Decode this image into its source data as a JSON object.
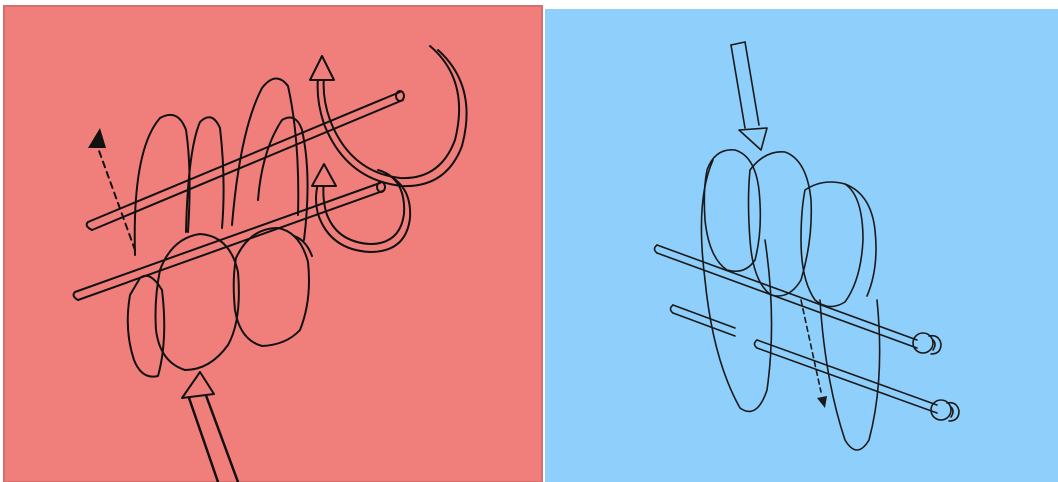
{
  "panels": [
    {
      "id": "left",
      "background": "#f07f7c",
      "border": "#d07070",
      "teeth_count": 6,
      "arrows": [
        "dashed-arrow-up-left",
        "curved-arrow-rotation-1",
        "curved-arrow-rotation-2",
        "force-arrow-from-below"
      ]
    },
    {
      "id": "right",
      "background": "#8ecffb",
      "teeth_count": 3,
      "arrows": [
        "force-arrow-from-above",
        "dashed-arrow-down"
      ],
      "icons": [
        "c-clip-icon",
        "c-clip-icon"
      ]
    }
  ],
  "colors": {
    "line": "#111111",
    "left_bg": "#f07f7c",
    "right_bg": "#8ecffb",
    "frame": "#ffffff"
  }
}
